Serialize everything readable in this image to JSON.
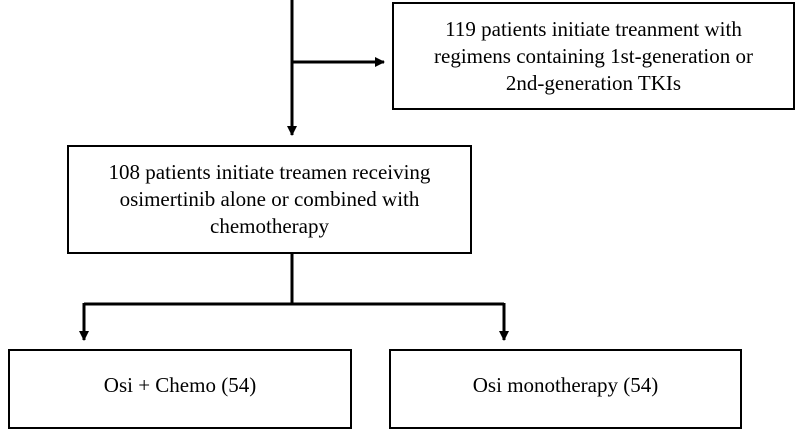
{
  "flowchart": {
    "box_tki": {
      "line1": "119 patients initiate treanment with",
      "line2": "regimens containing 1st-generation or",
      "line3": "2nd-generation TKIs"
    },
    "box_osimertinib": {
      "line1": "108 patients initiate treamen receiving",
      "line2": "osimertinib alone or combined with",
      "line3": "chemotherapy"
    },
    "box_osi_chemo": {
      "label": "Osi + Chemo (54)"
    },
    "box_osi_mono": {
      "label": "Osi monotherapy (54)"
    }
  },
  "colors": {
    "line": "#000000",
    "box_border": "#000000",
    "background": "#ffffff"
  }
}
